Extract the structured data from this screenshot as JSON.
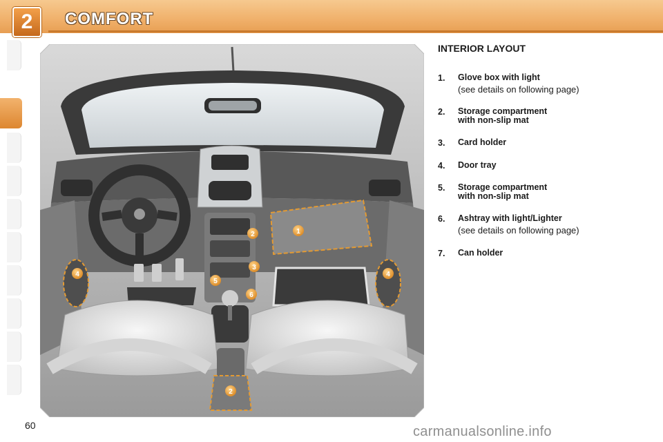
{
  "header": {
    "chapter_number": "2",
    "chapter_title": "COMFORT"
  },
  "section": {
    "title": "INTERIOR LAYOUT",
    "items": [
      {
        "num": "1.",
        "label": "Glove box with light",
        "detail": "(see details on following page)"
      },
      {
        "num": "2.",
        "label": "Storage compartment\nwith non-slip mat",
        "detail": ""
      },
      {
        "num": "3.",
        "label": "Card holder",
        "detail": ""
      },
      {
        "num": "4.",
        "label": "Door tray",
        "detail": ""
      },
      {
        "num": "5.",
        "label": "Storage compartment\nwith non-slip mat",
        "detail": ""
      },
      {
        "num": "6.",
        "label": "Ashtray with light/Lighter",
        "detail": "(see details on following page)"
      },
      {
        "num": "7.",
        "label": "Can holder",
        "detail": ""
      }
    ]
  },
  "illustration": {
    "callouts": [
      "1",
      "2",
      "3",
      "4",
      "4",
      "5",
      "6",
      "2"
    ]
  },
  "page_number": "60",
  "watermark": "carmanualsonline.info",
  "colors": {
    "accent": "#e79e52",
    "callout": "#e39a33",
    "dash": "#3b3b3b"
  }
}
